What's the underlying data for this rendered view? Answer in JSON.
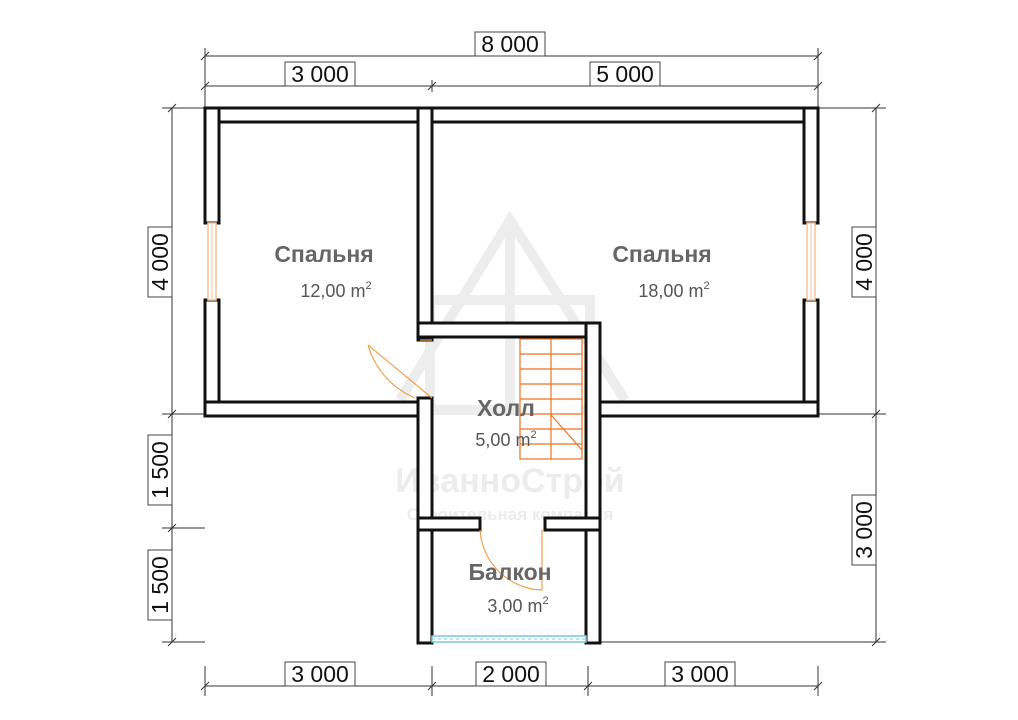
{
  "dimensions": {
    "top_total": "8 000",
    "top_left": "3 000",
    "top_right": "5 000",
    "left_upper": "4 000",
    "left_middle": "1 500",
    "left_lower": "1 500",
    "right_upper": "4 000",
    "right_lower": "3 000",
    "bottom_left": "3 000",
    "bottom_middle": "2 000",
    "bottom_right": "3 000"
  },
  "rooms": {
    "bedroom_left": {
      "name": "Спальня",
      "area": "12,00 m",
      "unit_sup": "2"
    },
    "bedroom_right": {
      "name": "Спальня",
      "area": "18,00 m",
      "unit_sup": "2"
    },
    "hall": {
      "name": "Холл",
      "area": "5,00 m",
      "unit_sup": "2"
    },
    "balcony": {
      "name": "Балкон",
      "area": "3,00 m",
      "unit_sup": "2"
    }
  },
  "watermark": {
    "brand": "ИванноСтрой",
    "tagline": "Строительная компания"
  },
  "colors": {
    "wall": "#111111",
    "dimension_line": "#333333",
    "door_swing": "#f0a050",
    "stairs": "#f07020",
    "window_glass": "#f3c39a",
    "balcony_rail": "#7ac8d8",
    "watermark": "#ececec"
  }
}
